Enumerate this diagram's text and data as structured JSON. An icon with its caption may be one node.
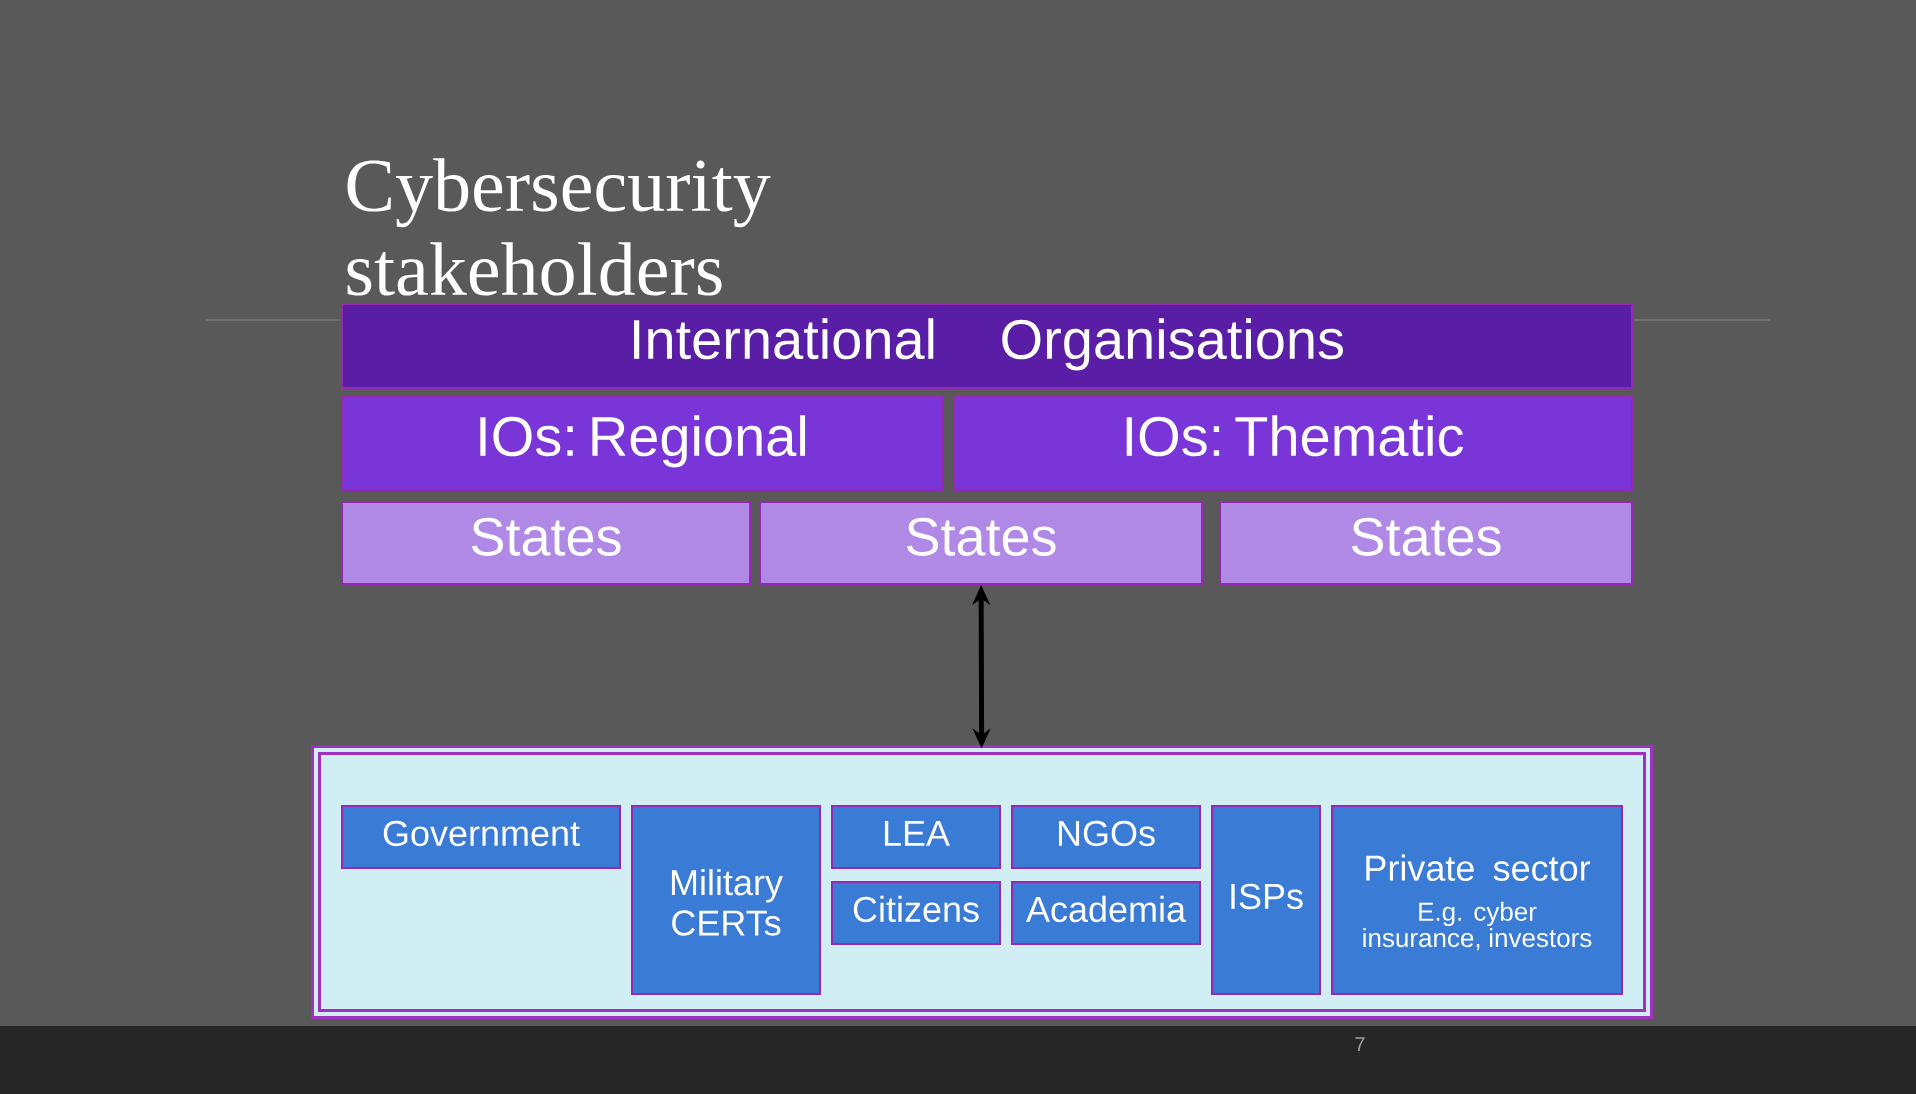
{
  "diagram": {
    "title": "Cybersecurity stakeholders",
    "nodes": [
      {
        "text": [
          "International Organisations"
        ]
      },
      {
        "text": [
          "IOs: Regional"
        ]
      },
      {
        "text": [
          "IOs: Thematic"
        ]
      },
      {
        "text": [
          "States"
        ]
      },
      {
        "text": [
          "States"
        ]
      },
      {
        "text": [
          "States"
        ]
      },
      {
        "text": [],
        "shape": "box"
      },
      {
        "text": [
          "Government"
        ],
        "in": 6
      },
      {
        "text": [
          "Military CERTs"
        ],
        "in": 6
      },
      {
        "text": [
          "LEA"
        ],
        "in": 6
      },
      {
        "text": [
          "Citizens"
        ],
        "in": 6
      },
      {
        "text": [
          "NGOs"
        ],
        "in": 6
      },
      {
        "text": [
          "Academia"
        ],
        "in": 6
      },
      {
        "text": [
          "ISPs"
        ],
        "in": 6
      },
      {
        "text": [
          "Private sector",
          "E.g. cyber insurance, investors"
        ],
        "in": 6
      }
    ],
    "edges": [
      {
        "from": 4,
        "to": 6,
        "arrow": "both"
      }
    ],
    "labels": [
      "7"
    ]
  }
}
